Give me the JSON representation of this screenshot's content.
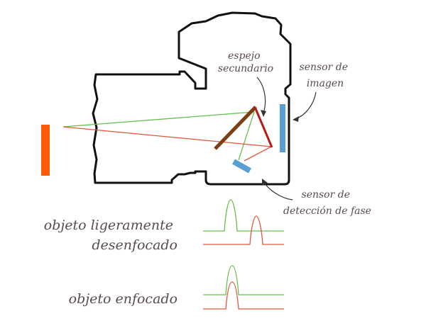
{
  "labels": {
    "secondary_mirror_line1": "espejo",
    "secondary_mirror_line2": "secundario",
    "image_sensor_line1": "sensor de",
    "image_sensor_line2": "imagen",
    "phase_sensor_line1": "sensor de",
    "phase_sensor_line2": "detección de fase",
    "out_of_focus_line1": "objeto ligeramente",
    "out_of_focus_line2": "desenfocado",
    "in_focus": "objeto enfocado"
  },
  "colors": {
    "outline": "#111111",
    "object": "#ff5a0a",
    "sensor": "#5a9fd4",
    "main_mirror": "#7b3f12",
    "secondary_mirror": "#b71c1c",
    "green_ray": "#66c04d",
    "red_ray": "#e0573f",
    "label_text": "#5a4a52"
  }
}
